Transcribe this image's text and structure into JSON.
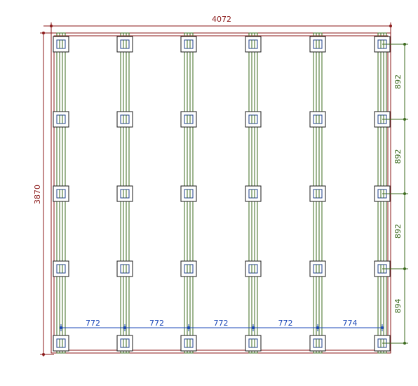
{
  "colors": {
    "overall_dimension": "#8b1a1a",
    "joist": "#3d6b1f",
    "post_square": "#1a1a1a",
    "post_inner": "#1c3f8a",
    "spacing_x": "#1c48b8",
    "spacing_y": "#3d6b1f"
  },
  "dimensions": {
    "overall_width": "4072",
    "overall_height": "3870",
    "column_spacings": [
      "772",
      "772",
      "772",
      "772",
      "774"
    ],
    "row_spacings": [
      "892",
      "892",
      "892",
      "894"
    ]
  },
  "grid": {
    "columns": 6,
    "rows": 5
  }
}
